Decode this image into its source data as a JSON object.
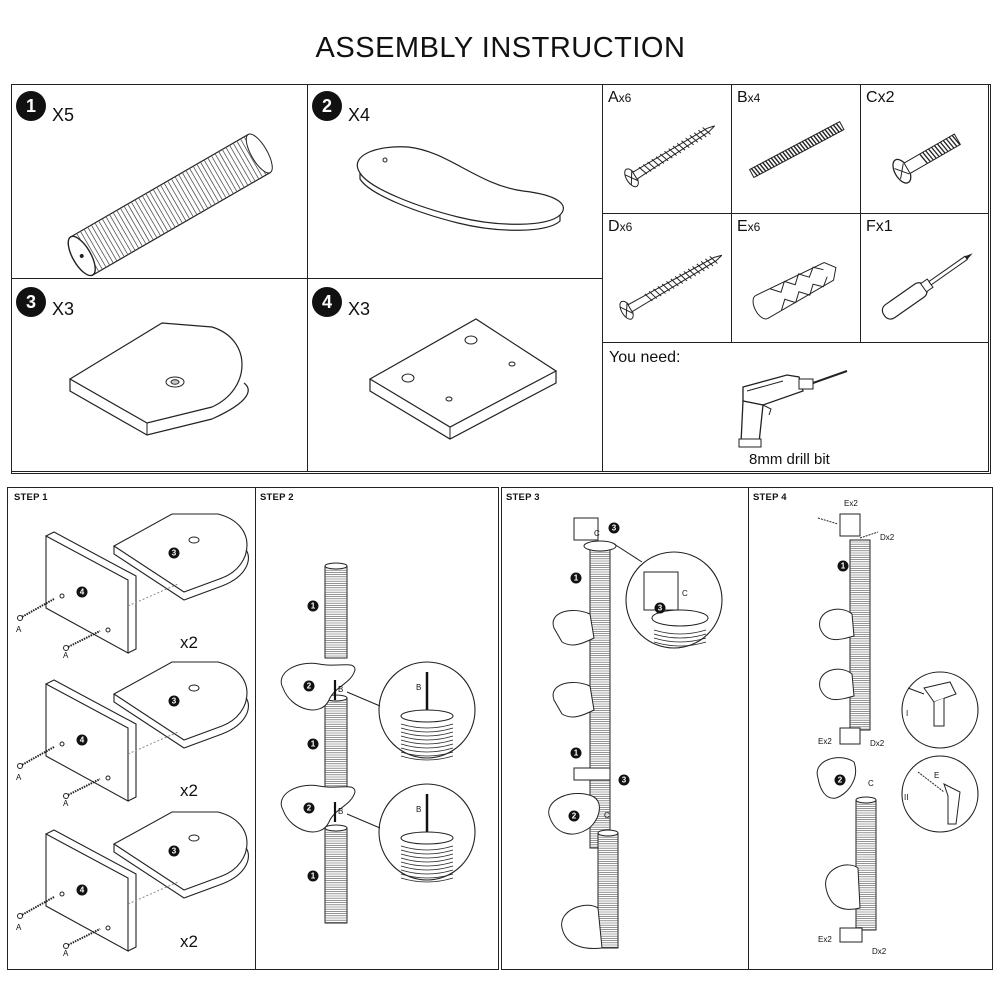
{
  "title": "ASSEMBLY INSTRUCTION",
  "parts": [
    {
      "number": "1",
      "qty": "X5"
    },
    {
      "number": "2",
      "qty": "X4"
    },
    {
      "number": "3",
      "qty": "X3"
    },
    {
      "number": "4",
      "qty": "X3"
    }
  ],
  "hardware": [
    {
      "letter": "A",
      "qty": "x6"
    },
    {
      "letter": "B",
      "qty": "x4"
    },
    {
      "letter": "C",
      "qty": "x2"
    },
    {
      "letter": "D",
      "qty": "x6"
    },
    {
      "letter": "E",
      "qty": "x6"
    },
    {
      "letter": "F",
      "qty": "x1"
    }
  ],
  "you_need": {
    "label": "You need:",
    "tool": "8mm drill bit"
  },
  "steps": {
    "step1": {
      "label": "STEP 1",
      "multiplier": "x2",
      "screw": "A",
      "board": "4",
      "plate": "3"
    },
    "step2": {
      "label": "STEP 2",
      "post": "1",
      "step": "2",
      "rod": "B"
    },
    "step3": {
      "label": "STEP 3",
      "post": "1",
      "step": "2",
      "plate": "3",
      "bolt": "C"
    },
    "step4": {
      "label": "STEP 4",
      "ex": "Ex2",
      "dx": "Dx2",
      "post": "1",
      "step": "2",
      "bolt": "C",
      "roman1": "I",
      "roman2": "II",
      "anchor": "E"
    }
  }
}
